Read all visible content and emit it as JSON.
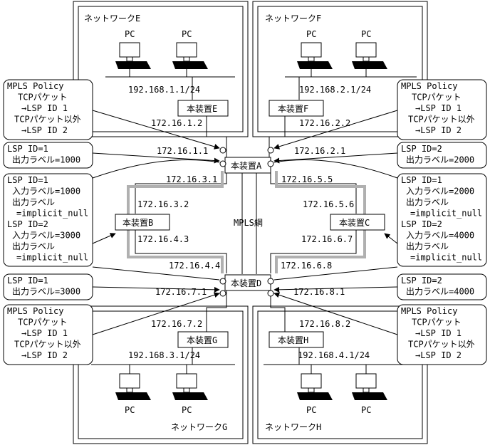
{
  "networks": {
    "e": "ネットワークE",
    "f": "ネットワークF",
    "g": "ネットワークG",
    "h": "ネットワークH"
  },
  "pc": "PC",
  "core": "MPLS網",
  "devices": {
    "a": "本装置A",
    "b": "本装置B",
    "c": "本装置C",
    "d": "本装置D",
    "e": "本装置E",
    "f": "本装置F",
    "g": "本装置G",
    "h": "本装置H"
  },
  "lans": {
    "e": "192.168.1.1/24",
    "f": "192.168.2.1/24",
    "g": "192.168.3.1/24",
    "h": "192.168.4.1/24"
  },
  "ips": {
    "e_up": "172.16.1.2",
    "a_e": "172.16.1.1",
    "f_up": "172.16.2.2",
    "a_f": "172.16.2.1",
    "a_b": "172.16.3.1",
    "b_a": "172.16.3.2",
    "b_d": "172.16.4.3",
    "d_b": "172.16.4.4",
    "a_c": "172.16.5.5",
    "c_a": "172.16.5.6",
    "c_d": "172.16.6.7",
    "d_c": "172.16.6.8",
    "d_g": "172.16.7.1",
    "g_up": "172.16.7.2",
    "d_h": "172.16.8.1",
    "h_up": "172.16.8.2"
  },
  "notes": {
    "policy_e": [
      "MPLS Policy",
      "TCPパケット",
      "→LSP ID 1",
      "TCPパケット以外",
      "→LSP ID 2"
    ],
    "policy_f": [
      "MPLS Policy",
      "TCPパケット",
      "→LSP ID 1",
      "TCPパケット以外",
      "→LSP ID 2"
    ],
    "policy_g": [
      "MPLS Policy",
      "TCPパケット",
      "→LSP ID 1",
      "TCPパケット以外",
      "→LSP ID 2"
    ],
    "policy_h": [
      "MPLS Policy",
      "TCPパケット",
      "→LSP ID 1",
      "TCPパケット以外",
      "→LSP ID 2"
    ],
    "lsp_a1": [
      "LSP ID=1",
      "出力ラベル=1000"
    ],
    "lsp_a2": [
      "LSP ID=2",
      "出力ラベル=2000"
    ],
    "lsp_d1": [
      "LSP ID=1",
      "出力ラベル=3000"
    ],
    "lsp_d2": [
      "LSP ID=2",
      "出力ラベル=4000"
    ],
    "lsp_b": [
      "LSP ID=1",
      "入力ラベル=1000",
      "出力ラベル",
      "=implicit_null",
      "LSP ID=2",
      "入力ラベル=3000",
      "出力ラベル",
      "=implicit_null"
    ],
    "lsp_c": [
      "LSP ID=1",
      "入力ラベル=2000",
      "出力ラベル",
      "=implicit_null",
      "LSP ID=2",
      "入力ラベル=4000",
      "出力ラベル",
      "=implicit_null"
    ]
  }
}
